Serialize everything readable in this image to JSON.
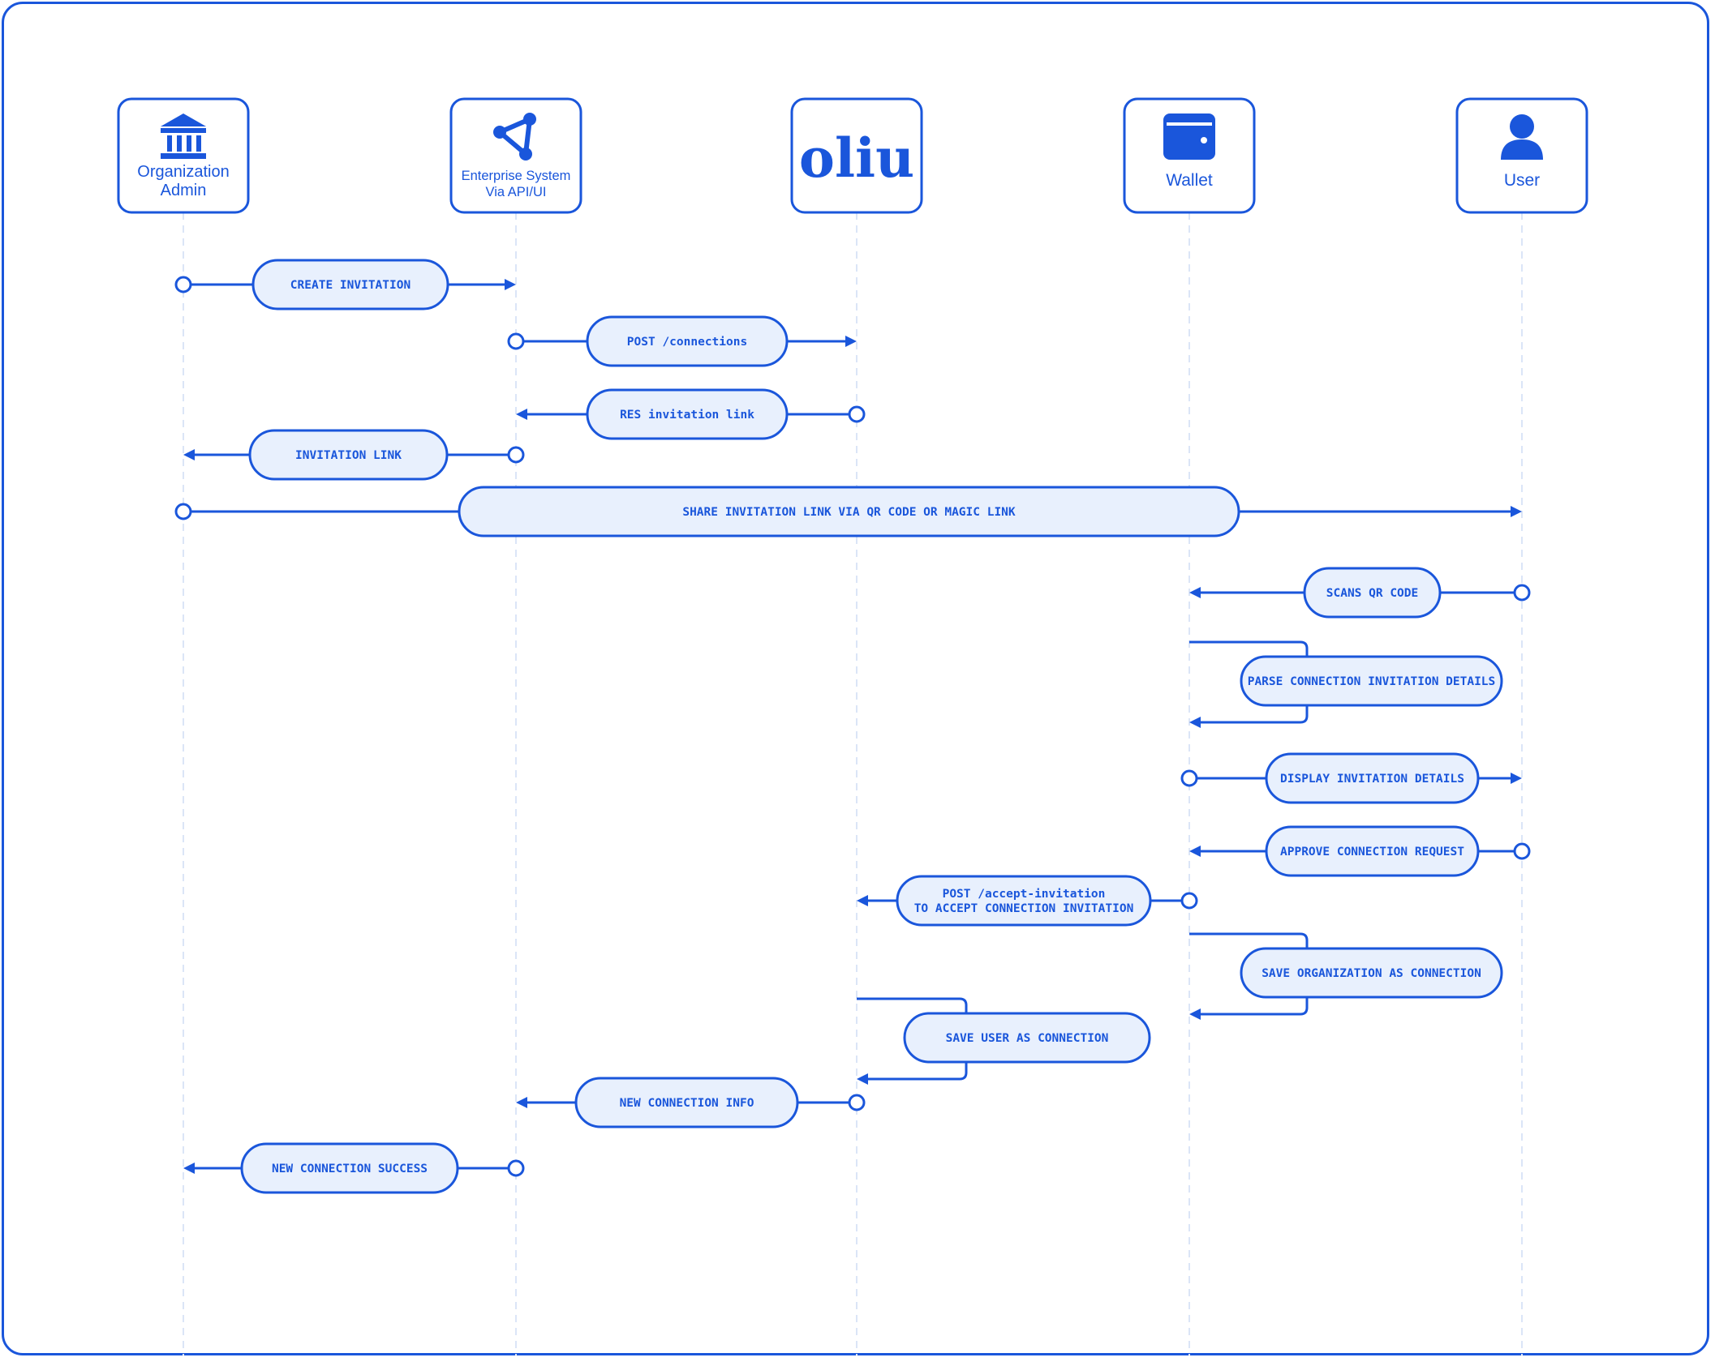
{
  "actors": [
    {
      "name": "org-admin",
      "label_lines": [
        "Organization",
        "Admin"
      ],
      "icon": "bank-icon"
    },
    {
      "name": "enterprise-system",
      "label_lines": [
        "Enterprise System",
        "Via API/UI"
      ],
      "icon": "network-icon"
    },
    {
      "name": "oliu",
      "label_lines": [
        "oliu"
      ],
      "icon": "brand-logo"
    },
    {
      "name": "wallet",
      "label_lines": [
        "Wallet"
      ],
      "icon": "wallet-icon"
    },
    {
      "name": "user",
      "label_lines": [
        "User"
      ],
      "icon": "person-icon"
    }
  ],
  "messages": [
    {
      "from": "org-admin",
      "to": "enterprise-system",
      "lines": [
        "CREATE INVITATION"
      ]
    },
    {
      "from": "enterprise-system",
      "to": "oliu",
      "lines": [
        "POST /connections"
      ]
    },
    {
      "from": "oliu",
      "to": "enterprise-system",
      "lines": [
        "RES invitation link"
      ]
    },
    {
      "from": "enterprise-system",
      "to": "org-admin",
      "lines": [
        "INVITATION LINK"
      ]
    },
    {
      "from": "org-admin",
      "to": "user",
      "lines": [
        "SHARE INVITATION LINK VIA QR CODE OR MAGIC LINK"
      ]
    },
    {
      "from": "user",
      "to": "wallet",
      "lines": [
        "SCANS QR CODE"
      ]
    },
    {
      "from": "wallet",
      "to": "wallet",
      "lines": [
        "PARSE CONNECTION INVITATION DETAILS"
      ]
    },
    {
      "from": "wallet",
      "to": "user",
      "lines": [
        "DISPLAY INVITATION DETAILS"
      ]
    },
    {
      "from": "user",
      "to": "wallet",
      "lines": [
        "APPROVE CONNECTION REQUEST"
      ]
    },
    {
      "from": "wallet",
      "to": "oliu",
      "lines": [
        "POST /accept-invitation",
        "TO ACCEPT CONNECTION INVITATION"
      ]
    },
    {
      "from": "wallet",
      "to": "wallet",
      "lines": [
        "SAVE ORGANIZATION AS CONNECTION"
      ]
    },
    {
      "from": "oliu",
      "to": "oliu",
      "lines": [
        "SAVE USER AS CONNECTION"
      ]
    },
    {
      "from": "oliu",
      "to": "enterprise-system",
      "lines": [
        "NEW CONNECTION INFO"
      ]
    },
    {
      "from": "enterprise-system",
      "to": "org-admin",
      "lines": [
        "NEW CONNECTION SUCCESS"
      ]
    }
  ],
  "colors": {
    "accent": "#1a56db",
    "pill_fill": "#e8f0fd",
    "lifeline": "#dbe5f7"
  }
}
